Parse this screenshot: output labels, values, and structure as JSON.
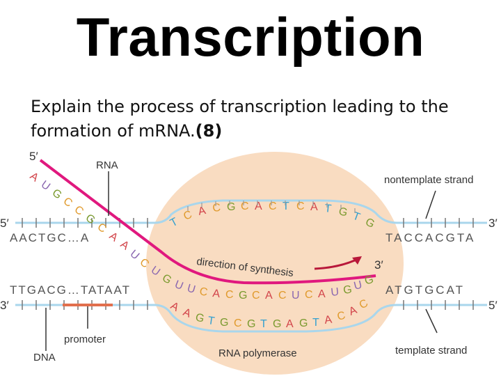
{
  "title": "Transcription",
  "question": {
    "text": "Explain the process of transcription leading to the formation of m",
    "text2": "RNA.",
    "marks": "(8)"
  },
  "diagram": {
    "label_rna": "RNA",
    "label_nontemplate": "nontemplate strand",
    "label_template": "template strand",
    "label_direction": "direction of synthesis",
    "label_polymerase": "RNA polymerase",
    "label_promoter": "promoter",
    "label_dna": "DNA",
    "end_5prime": "5′",
    "end_3prime": "3′",
    "top_left_seq": "AACTGC…A",
    "top_right_seq": "TACCACGTA",
    "bottom_left_seq": "TTGACG…TATAAT",
    "bottom_right_seq": "ATGTGCAT",
    "colors": {
      "A": "#d2444a",
      "C": "#e09a2d",
      "G": "#7a9a2e",
      "T": "#35a0cf",
      "U": "#8a67b0",
      "rna": "#e0187e",
      "dna": "#a9d6ec",
      "bubble": "#f9dcc1",
      "promoter": "#e16f4d",
      "arrow": "#b8183a"
    }
  }
}
